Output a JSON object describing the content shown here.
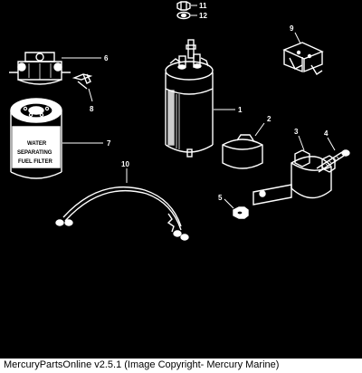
{
  "callouts": {
    "n1": "1",
    "n2": "2",
    "n3": "3",
    "n4": "4",
    "n5": "5",
    "n6": "6",
    "n7": "7",
    "n8": "8",
    "n9": "9",
    "n10": "10",
    "n11": "11",
    "n12": "12"
  },
  "filter_label": {
    "line1": "WATER",
    "line2": "SEPARATING",
    "line3": "FUEL FILTER"
  },
  "footer": {
    "text": "MercuryPartsOnline v2.5.1 (Image Copyright- Mercury Marine)"
  },
  "colors": {
    "background": "#000000",
    "lines": "#ffffff",
    "footer_bg": "#ffffff",
    "footer_text": "#000000"
  }
}
